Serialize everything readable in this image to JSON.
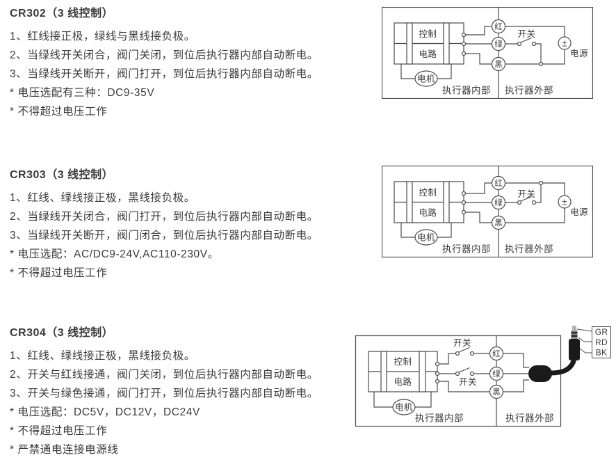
{
  "page": {
    "background": "#ffffff",
    "text_color": "#3a3a3a",
    "line_color": "#4a4a4a",
    "cable_color": "#1a1a1a"
  },
  "sections": [
    {
      "id": "CR302",
      "title": "CR302（3 线控制）",
      "lines": [
        "1、红线接正极，绿线与黑线接负极。",
        "2、当绿线开关闭合，阀门关闭，到位后执行器内部自动断电。",
        "3、当绿线开关断开，阀门打开，到位后执行器内部自动断电。",
        "* 电压选配有三种：DC9-35V",
        "* 不得超过电压工作"
      ]
    },
    {
      "id": "CR303",
      "title": "CR303（3 线控制）",
      "lines": [
        "1、红线、绿线接正极，黑线接负极。",
        "2、当绿线开关闭合，阀门打开，到位后执行器内部自动断电。",
        "3、当绿线开关断开，阀门闭合，到位后执行器内部自动断电。",
        "* 电压选配：AC/DC9-24V,AC110-230V。",
        "* 不得超过电压工作"
      ]
    },
    {
      "id": "CR304",
      "title": "CR304（3 线控制）",
      "lines": [
        "1、红线、绿线接正极，黑线接负极。",
        "2、开关与红线接通，阀门关闭，到位后执行器内部自动断电。",
        "3、开关与绿色接通，阀门打开，到位后执行器内部自动断电。",
        "* 电压选配：DC5V，DC12V，DC24V",
        "* 不得超过电压工作",
        "* 严禁通电连接电源线"
      ]
    }
  ],
  "diagram": {
    "control_line1": "控制",
    "control_line2": "电路",
    "motor": "电机",
    "red": "红",
    "green": "绿",
    "black": "黑",
    "switch": "开关",
    "power_symbol": "±",
    "power": "电源",
    "inside": "执行器内部",
    "outside": "执行器外部"
  },
  "plug": {
    "pins": [
      "GR",
      "RD",
      "BK"
    ]
  }
}
